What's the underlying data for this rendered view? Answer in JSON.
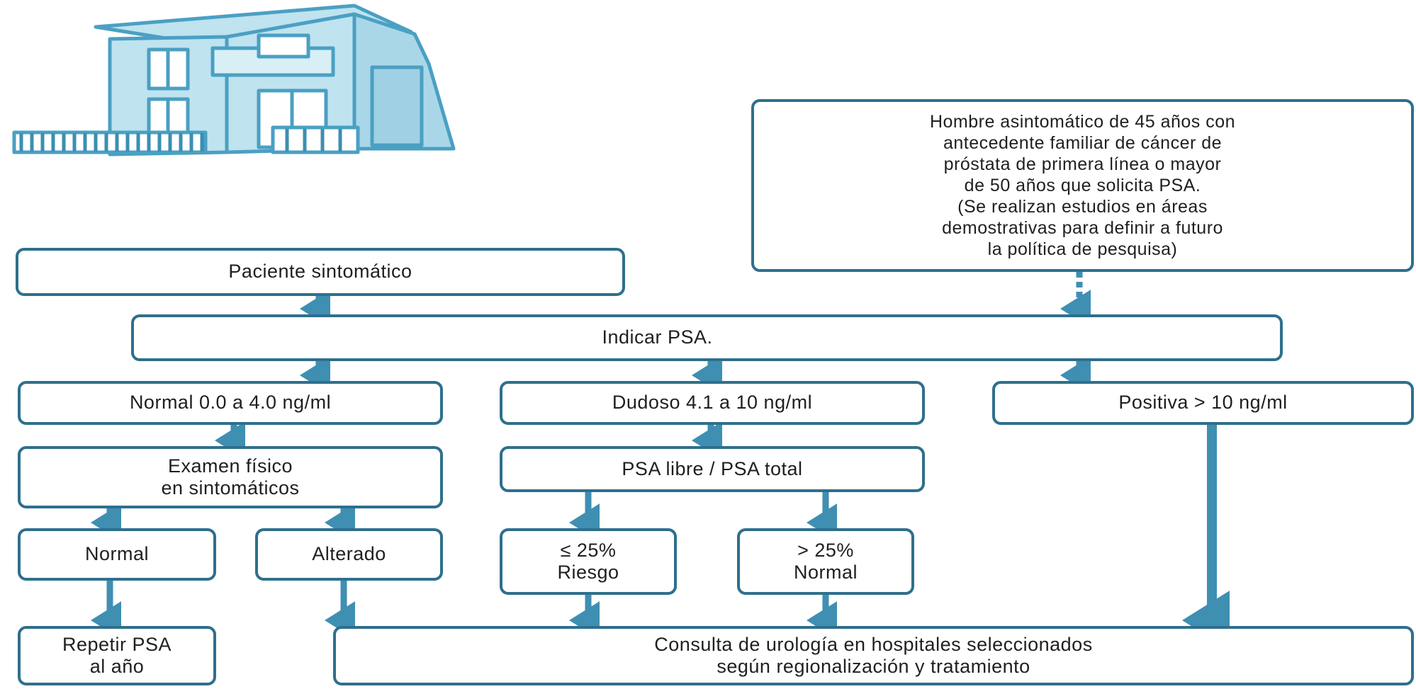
{
  "diagram": {
    "asymptomatic_box": "Hombre asintomático de 45 años con\nantecedente familiar de cáncer de\npróstata de primera línea o mayor\nde 50 años que solicita PSA.\n(Se realizan estudios en áreas\ndemostrativas para definir a futuro\nla política de pesquisa)",
    "symptomatic": "Paciente sintomático",
    "indicate_psa": "Indicar PSA.",
    "normal_range": "Normal 0.0 a 4.0 ng/ml",
    "doubtful_range": "Dudoso 4.1 a 10 ng/ml",
    "positive_range": "Positiva > 10 ng/ml",
    "physical_exam": "Examen físico\nen sintomáticos",
    "psa_ratio": "PSA libre / PSA total",
    "exam_normal": "Normal",
    "exam_altered": "Alterado",
    "risk": "≤ 25%\nRiesgo",
    "ratio_normal": "> 25%\nNormal",
    "repeat_psa": "Repetir PSA\nal año",
    "urology": "Consulta de urología en hospitales seleccionados\nsegún regionalización y tratamiento"
  },
  "colors": {
    "border": "#2f6f8d",
    "arrow": "#3f8fb3",
    "building_fill": "#bfe3ef",
    "building_stroke": "#4aa0c3"
  }
}
